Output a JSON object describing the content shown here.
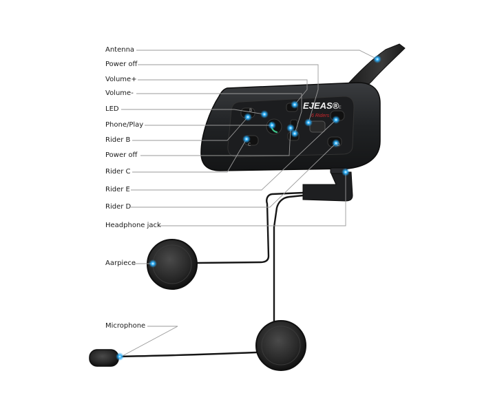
{
  "labels": {
    "antenna": "Antenna",
    "power_off_top": "Power off",
    "volume_up": "Volume+",
    "volume_down": "Volume-",
    "led": "LED",
    "phone_play": "Phone/Play",
    "rider_b": "Rider B",
    "power_off": "Power off",
    "rider_c": "Rider C",
    "rider_e": "Rider E",
    "rider_d": "Rider D",
    "headphone_jack": "Headphone jack",
    "aarpiece": "Aarpiece",
    "microphone": "Microphone"
  },
  "device": {
    "brand": "EJEAS®",
    "subtitle": "6 Riders",
    "button_letters": {
      "b": "B",
      "c": "C",
      "d": "D",
      "e": "E"
    }
  },
  "colors": {
    "callout_line": "#9a9a9a",
    "marker_dot": "#1e9be8",
    "device_body": "#222426",
    "accent_red": "#d0262b"
  }
}
